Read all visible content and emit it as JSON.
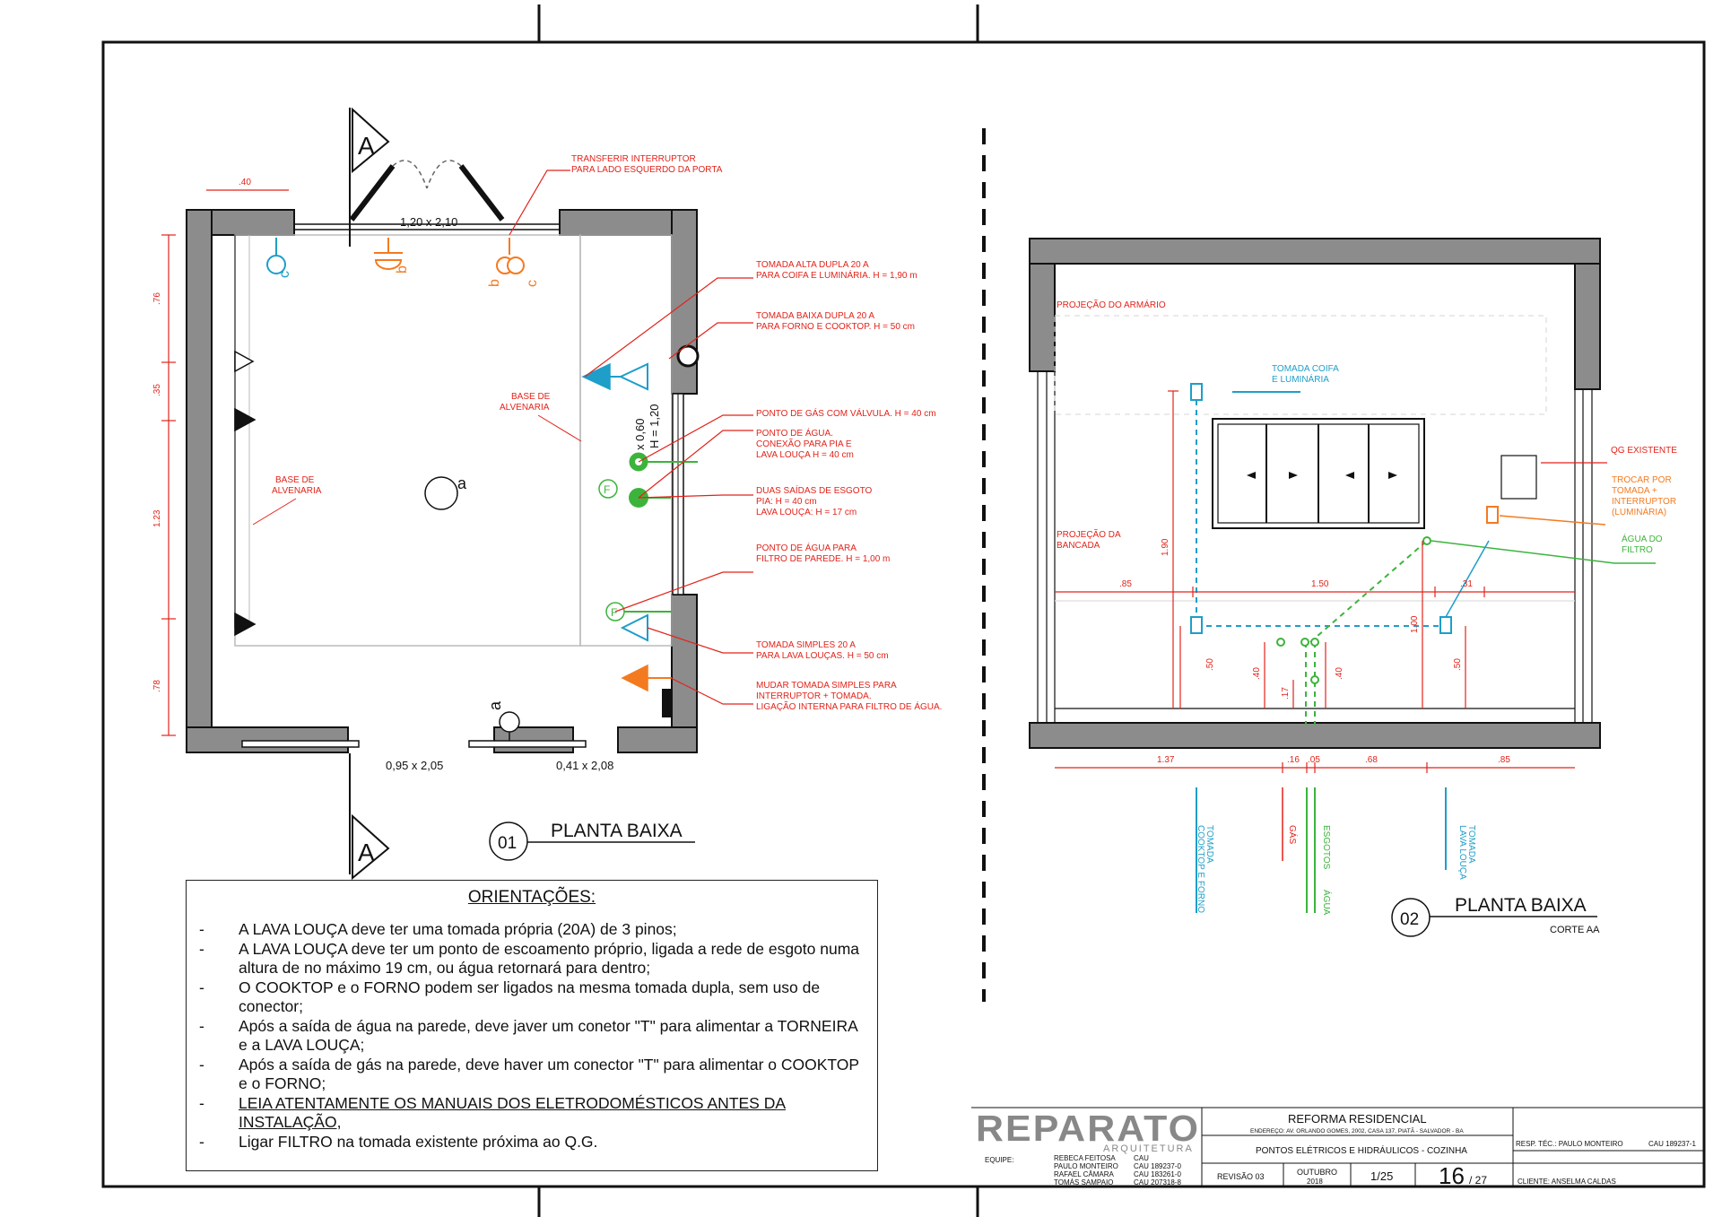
{
  "plan1": {
    "title": "PLANTA BAIXA",
    "number": "01",
    "section_mark": "A",
    "dims": {
      "top": ".40",
      "left": [
        ".76",
        ".35",
        "1.23",
        ".78"
      ],
      "door_top": "1,20 x 2,10",
      "door_bottom": "0,95 x 2,05",
      "window_bottom": "0,41 x 2,08",
      "window_right_1": "20 x 0,60",
      "window_right_2": "H = 1,20"
    },
    "labels": {
      "base_left": [
        "BASE DE",
        "ALVENARIA"
      ],
      "base_right": [
        "BASE DE",
        "ALVENARIA"
      ],
      "point_a": "a",
      "point_b": "b",
      "point_c": "c",
      "filter": "F"
    },
    "notes": [
      [
        "TRANSFERIR INTERRUPTOR",
        "PARA LADO ESQUERDO DA PORTA"
      ],
      [
        "TOMADA ALTA DUPLA 20 A",
        "PARA COIFA E LUMINÁRIA. H = 1,90 m"
      ],
      [
        "TOMADA BAIXA DUPLA 20 A",
        "PARA FORNO E COOKTOP. H = 50 cm"
      ],
      [
        "PONTO DE GÁS COM VÁLVULA. H = 40 cm"
      ],
      [
        "PONTO DE ÁGUA.",
        "CONEXÃO PARA PIA E",
        "LAVA LOUÇA H = 40 cm"
      ],
      [
        "DUAS SAÍDAS DE ESGOTO",
        "PIA: H = 40 cm",
        "LAVA LOUÇA: H = 17 cm"
      ],
      [
        "PONTO DE ÁGUA PARA",
        "FILTRO DE PAREDE. H = 1,00 m"
      ],
      [
        "TOMADA SIMPLES 20 A",
        "PARA LAVA LOUÇAS. H = 50 cm"
      ],
      [
        "MUDAR TOMADA SIMPLES PARA",
        "INTERRUPTOR + TOMADA.",
        "LIGAÇÃO INTERNA PARA FILTRO DE ÁGUA."
      ]
    ]
  },
  "plan2": {
    "title": "PLANTA BAIXA",
    "subtitle": "CORTE AA",
    "number": "02",
    "labels": {
      "armario": "PROJEÇÃO DO ARMÁRIO",
      "bancada": [
        "PROJEÇÃO DA",
        "BANCADA"
      ],
      "coifa": [
        "TOMADA COIFA",
        "E LUMINÁRIA"
      ],
      "qg": "QG EXISTENTE",
      "trocar": [
        "TROCAR POR",
        "TOMADA +",
        "INTERRUPTOR",
        "(LUMINÁRIA)"
      ],
      "agua_filtro": [
        "ÁGUA DO",
        "FILTRO"
      ]
    },
    "dims": {
      "h190": "1.90",
      "h100": "1.00",
      "h50a": ".50",
      "h40a": ".40",
      "h17": ".17",
      "h40b": ".40",
      "h50b": ".50",
      "row1": [
        ".85",
        "1.50",
        ".31"
      ],
      "row2": [
        "1.37",
        ".16",
        ".05",
        ".68",
        ".85"
      ]
    },
    "vertical_labels": {
      "cooktop": [
        "TOMADA",
        "COOKTOP E FORNO"
      ],
      "gas": "GÁS",
      "esgoto": [
        "ESGOTOS",
        "ÁGUA"
      ],
      "lava": [
        "TOMADA",
        "LAVA LOUÇA"
      ]
    }
  },
  "orientacoes": {
    "title": "ORIENTAÇÕES:",
    "dash": "-",
    "items": [
      "A LAVA LOUÇA deve ter uma tomada própria (20A) de 3 pinos;",
      "A LAVA LOUÇA deve ter um ponto de escoamento próprio, ligada a rede de esgoto numa altura de no máximo 19 cm, ou água retornará para dentro;",
      "O COOKTOP e o FORNO podem ser ligados na mesma tomada dupla, sem uso de conector;",
      "Após a saída de água na parede, deve javer um conetor \"T\" para alimentar a TORNEIRA e a LAVA LOUÇA;",
      "Após a saída de gás na parede, deve haver um conector \"T\" para alimentar o COOKTOP e o FORNO;",
      "LEIA ATENTAMENTE OS MANUAIS DOS ELETRODOMÉSTICOS ANTES DA INSTALAÇÃO,",
      "Ligar FILTRO na tomada existente próxima ao Q.G."
    ]
  },
  "title_block": {
    "logo": "REPARATO",
    "logo_sub": "ARQUITETURA",
    "equipe_label": "EQUIPE:",
    "team": [
      {
        "name": "REBECA FEITOSA",
        "cau": "CAU"
      },
      {
        "name": "PAULO MONTEIRO",
        "cau": "CAU 189237-0"
      },
      {
        "name": "RAFAEL CÂMARA",
        "cau": "CAU 183261-0"
      },
      {
        "name": "TOMÁS SAMPAIO",
        "cau": "CAU 207318-8"
      }
    ],
    "project": "REFORMA RESIDENCIAL",
    "address": "ENDEREÇO: AV. ORLANDO GOMES, 2002, CASA 137, PIATÃ - SALVADOR - BA",
    "sheet_title": "PONTOS ELÉTRICOS E HIDRÁULICOS - COZINHA",
    "revision": "REVISÃO 03",
    "month": "OUTUBRO",
    "year": "2018",
    "scale": "1/25",
    "page": "16",
    "total": "/ 27",
    "resp": "RESP. TÉC.: PAULO MONTEIRO",
    "resp_cau": "CAU 189237-1",
    "client": "CLIENTE: ANSELMA CALDAS"
  },
  "colors": {
    "red": "#e2231a",
    "blue": "#1e9ec9",
    "green": "#3cb43c",
    "orange": "#f47a20",
    "wall": "#8c8c8c"
  }
}
